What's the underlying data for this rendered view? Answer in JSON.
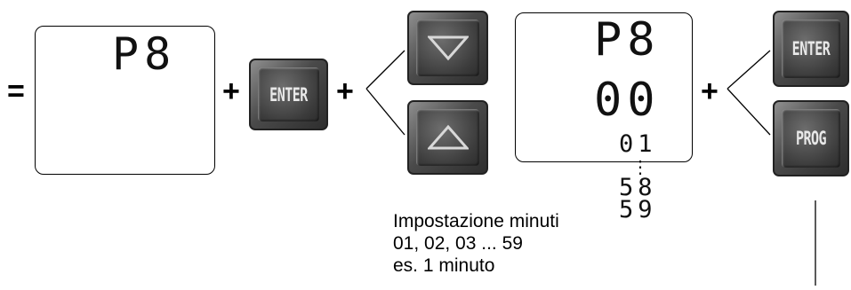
{
  "symbols": {
    "equals": "=",
    "plus_1": "+",
    "plus_2": "+",
    "plus_3": "+"
  },
  "screen_1": {
    "line1": "P8"
  },
  "button_enter_1": {
    "label": "ENTER"
  },
  "button_down": {
    "icon": "triangle-down-icon"
  },
  "button_up": {
    "icon": "triangle-up-icon"
  },
  "screen_2": {
    "line1": "P8",
    "line2": "00"
  },
  "scroll_values": {
    "first": "01",
    "dots": "⋮",
    "second_last": "58",
    "last": "59"
  },
  "button_enter_2": {
    "label": "ENTER"
  },
  "button_prog": {
    "label": "PROG"
  },
  "note": {
    "line1": "Impostazione minuti",
    "line2": "01, 02, 03 ... 59",
    "line3": "es. 1 minuto"
  }
}
